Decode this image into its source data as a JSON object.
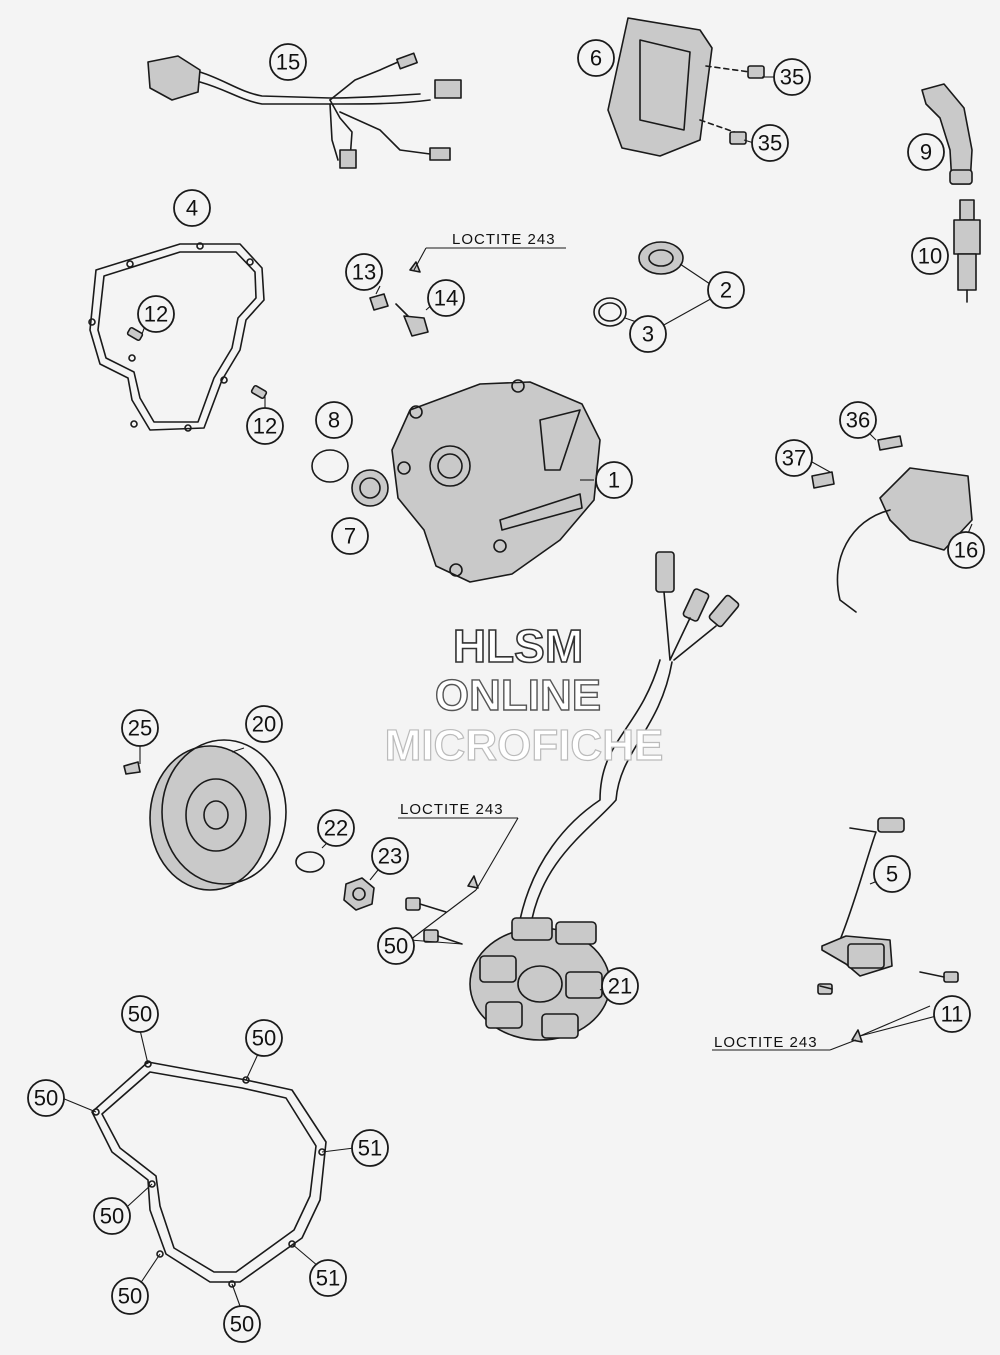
{
  "watermark": {
    "line1": "HLSM",
    "line2": "ONLINE",
    "line3": "MICROFICHE"
  },
  "notes": {
    "top": "LOCTITE 243",
    "middle": "LOCTITE 243",
    "right": "LOCTITE 243"
  },
  "callouts": {
    "c15": "15",
    "c6": "6",
    "c35a": "35",
    "c35b": "35",
    "c9": "9",
    "c10": "10",
    "c4": "4",
    "c12a": "12",
    "c12b": "12",
    "c13": "13",
    "c14": "14",
    "c2": "2",
    "c3": "3",
    "c8": "8",
    "c7": "7",
    "c1": "1",
    "c36": "36",
    "c37": "37",
    "c16": "16",
    "c25": "25",
    "c20": "20",
    "c22": "22",
    "c23": "23",
    "c50a": "50",
    "c21": "21",
    "c5": "5",
    "c11": "11",
    "c50b": "50",
    "c50c": "50",
    "c50d": "50",
    "c51a": "51",
    "c50e": "50",
    "c51b": "51",
    "c50f": "50",
    "c50g": "50"
  }
}
